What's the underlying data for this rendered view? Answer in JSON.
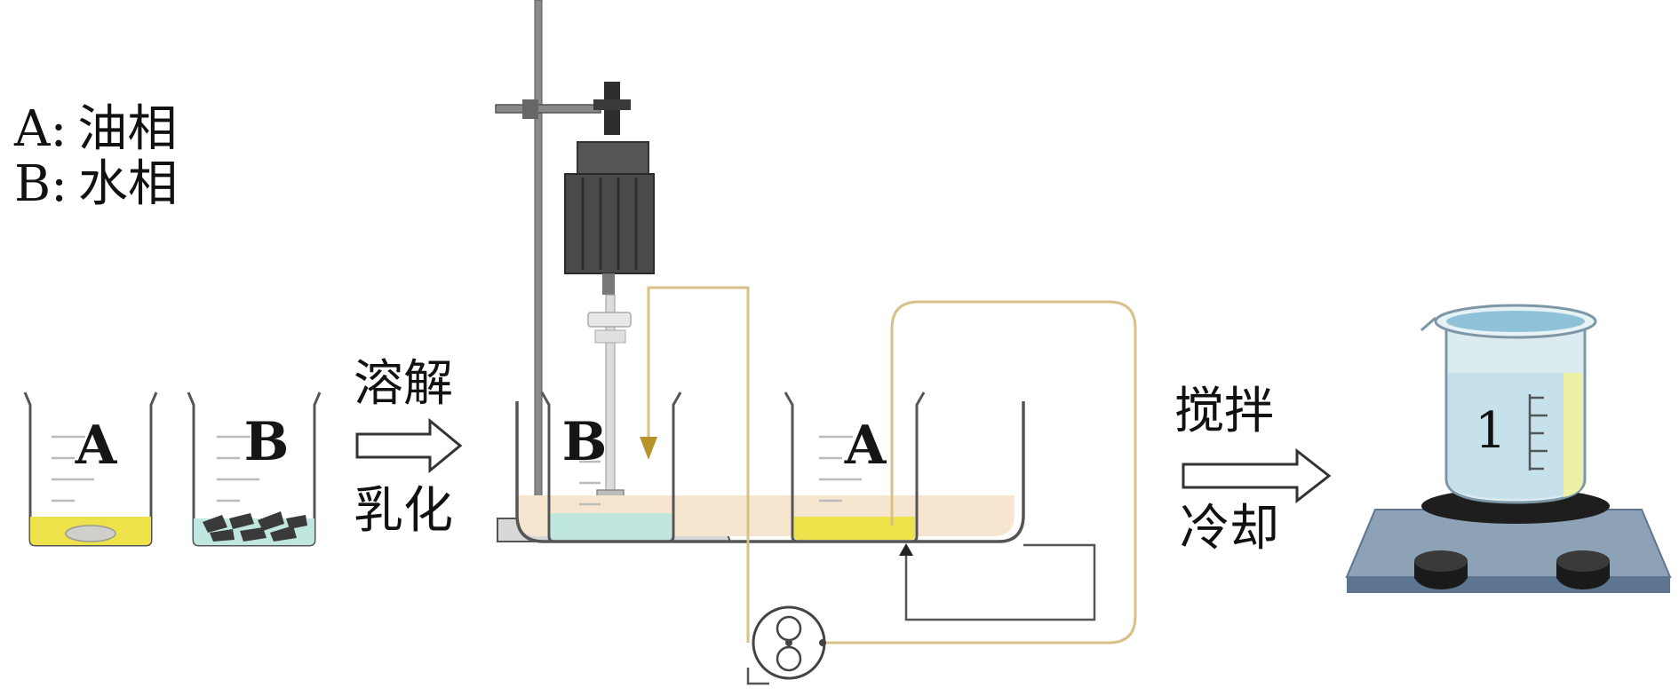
{
  "legend": [
    {
      "key": "A",
      "sep": ":",
      "text": "油相"
    },
    {
      "key": "B",
      "sep": ":",
      "text": "水相"
    }
  ],
  "steps": {
    "step1_top": "溶解",
    "step1_bottom": "乳化",
    "step2_top": "搅拌",
    "step2_bottom": "冷却"
  },
  "beakers": {
    "left_a": "A",
    "left_b": "B",
    "bath_b": "B",
    "bath_a": "A",
    "final": "1"
  },
  "colors": {
    "oil_phase": "#ede24a",
    "water_phase": "#bfe6df",
    "bath_water": "#f7e6cf",
    "tubing": "#d8c088",
    "flow_arrow": "#b8922a",
    "stirrer_motor": "#4a4a4c",
    "hotplate": "#5d7590"
  }
}
